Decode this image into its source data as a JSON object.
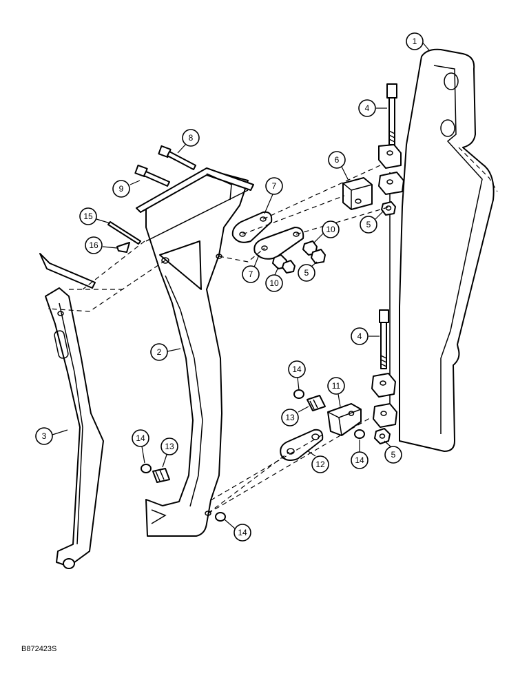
{
  "drawing_ref": "B872423S",
  "callouts": {
    "c1": "1",
    "c2": "2",
    "c3": "3",
    "c4a": "4",
    "c4b": "4",
    "c5a": "5",
    "c5b": "5",
    "c5c": "5",
    "c6": "6",
    "c7a": "7",
    "c7b": "7",
    "c8": "8",
    "c9": "9",
    "c10a": "10",
    "c10b": "10",
    "c11": "11",
    "c12": "12",
    "c13a": "13",
    "c13b": "13",
    "c14a": "14",
    "c14b": "14",
    "c14c": "14",
    "c14d": "14",
    "c15": "15",
    "c16": "16"
  }
}
